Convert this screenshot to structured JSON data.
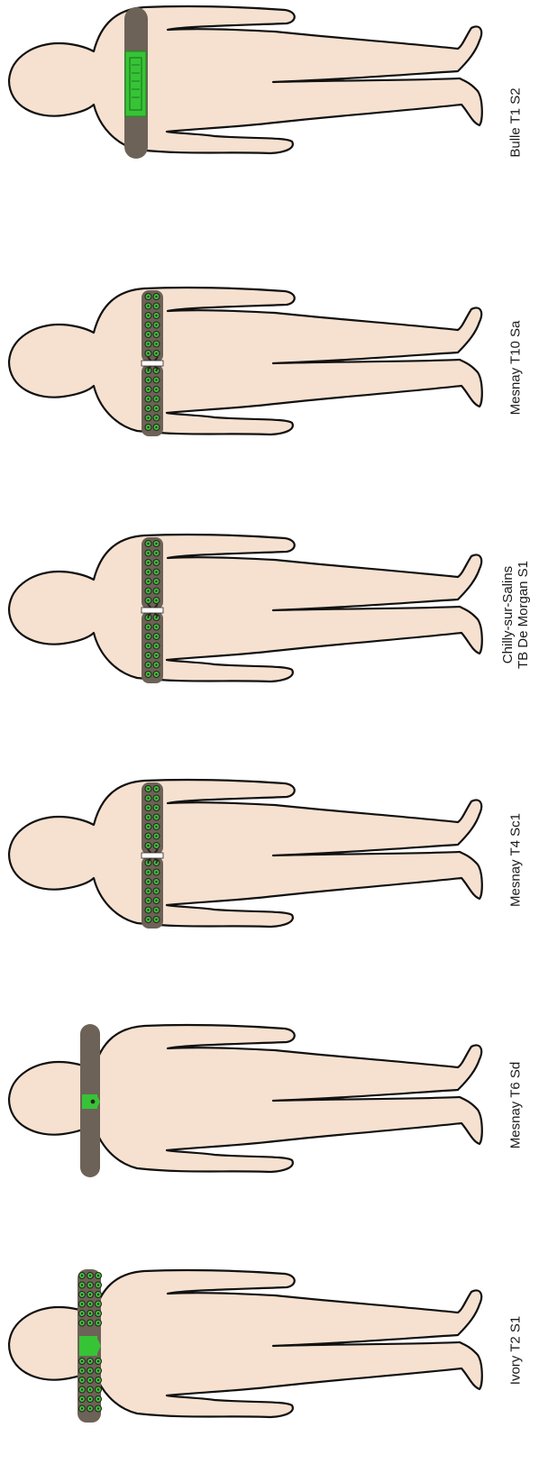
{
  "palette": {
    "skin": "#f6e1d0",
    "outline": "#111111",
    "belt": "#6d6257",
    "ornament_green": "#3fbf3f",
    "bright_green": "#36c436",
    "dark": "#2a241f"
  },
  "figures": [
    {
      "id": "bulle",
      "belt": "plate-belt",
      "label_lines": [
        "Bulle T1 S2"
      ]
    },
    {
      "id": "mesnay10",
      "belt": "studded-halves",
      "label_lines": [
        "Mesnay T10 Sa"
      ]
    },
    {
      "id": "chilly",
      "belt": "studded-halves",
      "label_lines": [
        "Chilly-sur-Salins",
        "TB De Morgan S1"
      ]
    },
    {
      "id": "mesnay4",
      "belt": "studded-halves",
      "label_lines": [
        "Mesnay T4 Sc1"
      ]
    },
    {
      "id": "mesnay6",
      "belt": "plain-hook",
      "label_lines": [
        "Mesnay T6 Sd"
      ]
    },
    {
      "id": "ivory",
      "belt": "studded-hook",
      "label_lines": [
        "Ivory T2 S1"
      ]
    }
  ]
}
